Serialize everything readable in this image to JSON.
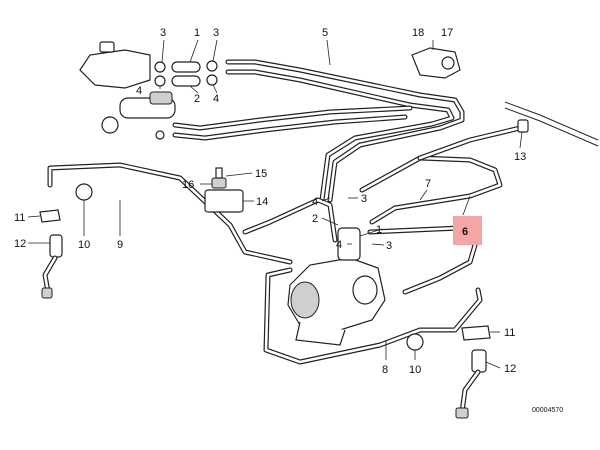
{
  "diagram": {
    "drawing_code": "00004570",
    "highlight_color": "#f4a6a6",
    "callouts": [
      {
        "label": "1",
        "highlighted": false
      },
      {
        "label": "2",
        "highlighted": false
      },
      {
        "label": "3",
        "highlighted": false
      },
      {
        "label": "3",
        "highlighted": false
      },
      {
        "label": "4",
        "highlighted": false
      },
      {
        "label": "2",
        "highlighted": false
      },
      {
        "label": "4",
        "highlighted": false
      },
      {
        "label": "5",
        "highlighted": false
      },
      {
        "label": "18",
        "highlighted": false
      },
      {
        "label": "17",
        "highlighted": false
      },
      {
        "label": "13",
        "highlighted": false
      },
      {
        "label": "15",
        "highlighted": false
      },
      {
        "label": "16",
        "highlighted": false
      },
      {
        "label": "14",
        "highlighted": false
      },
      {
        "label": "7",
        "highlighted": false
      },
      {
        "label": "6",
        "highlighted": true
      },
      {
        "label": "4",
        "highlighted": false
      },
      {
        "label": "3",
        "highlighted": false
      },
      {
        "label": "2",
        "highlighted": false
      },
      {
        "label": "1",
        "highlighted": false
      },
      {
        "label": "4",
        "highlighted": false
      },
      {
        "label": "3",
        "highlighted": false
      },
      {
        "label": "11",
        "highlighted": false
      },
      {
        "label": "10",
        "highlighted": false
      },
      {
        "label": "9",
        "highlighted": false
      },
      {
        "label": "12",
        "highlighted": false
      },
      {
        "label": "11",
        "highlighted": false
      },
      {
        "label": "12",
        "highlighted": false
      },
      {
        "label": "8",
        "highlighted": false
      },
      {
        "label": "10",
        "highlighted": false
      }
    ]
  }
}
